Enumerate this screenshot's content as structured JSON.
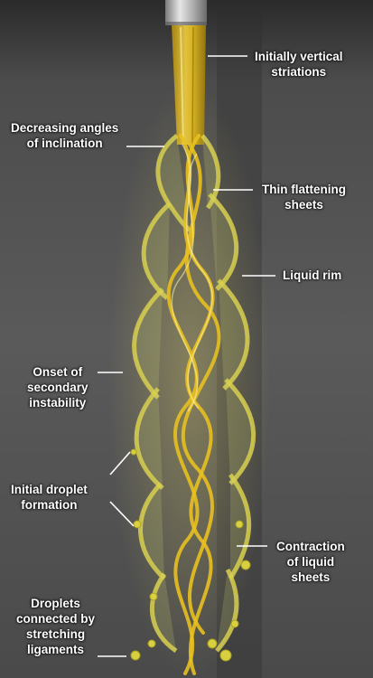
{
  "annotations": [
    {
      "id": "initially-vertical-striations",
      "lines": [
        "Initially vertical",
        "striations"
      ]
    },
    {
      "id": "decreasing-angles",
      "lines": [
        "Decreasing angles",
        "of inclination"
      ]
    },
    {
      "id": "thin-flattening-sheets",
      "lines": [
        "Thin flattening",
        "sheets"
      ]
    },
    {
      "id": "liquid-rim",
      "lines": [
        "Liquid rim"
      ]
    },
    {
      "id": "onset-secondary-instability",
      "lines": [
        "Onset of",
        "secondary",
        "instability"
      ]
    },
    {
      "id": "initial-droplet-formation",
      "lines": [
        "Initial droplet",
        "formation"
      ]
    },
    {
      "id": "contraction-liquid-sheets",
      "lines": [
        "Contraction",
        "of liquid",
        "sheets"
      ]
    },
    {
      "id": "droplets-connected",
      "lines": [
        "Droplets",
        "connected by",
        "stretching",
        "ligaments"
      ]
    }
  ],
  "colors": {
    "liquid": "#e8c020",
    "liquid_edge": "#c8d040",
    "background": "#555555",
    "nozzle": "#b8b8b8",
    "label_text": "#ffffff"
  }
}
